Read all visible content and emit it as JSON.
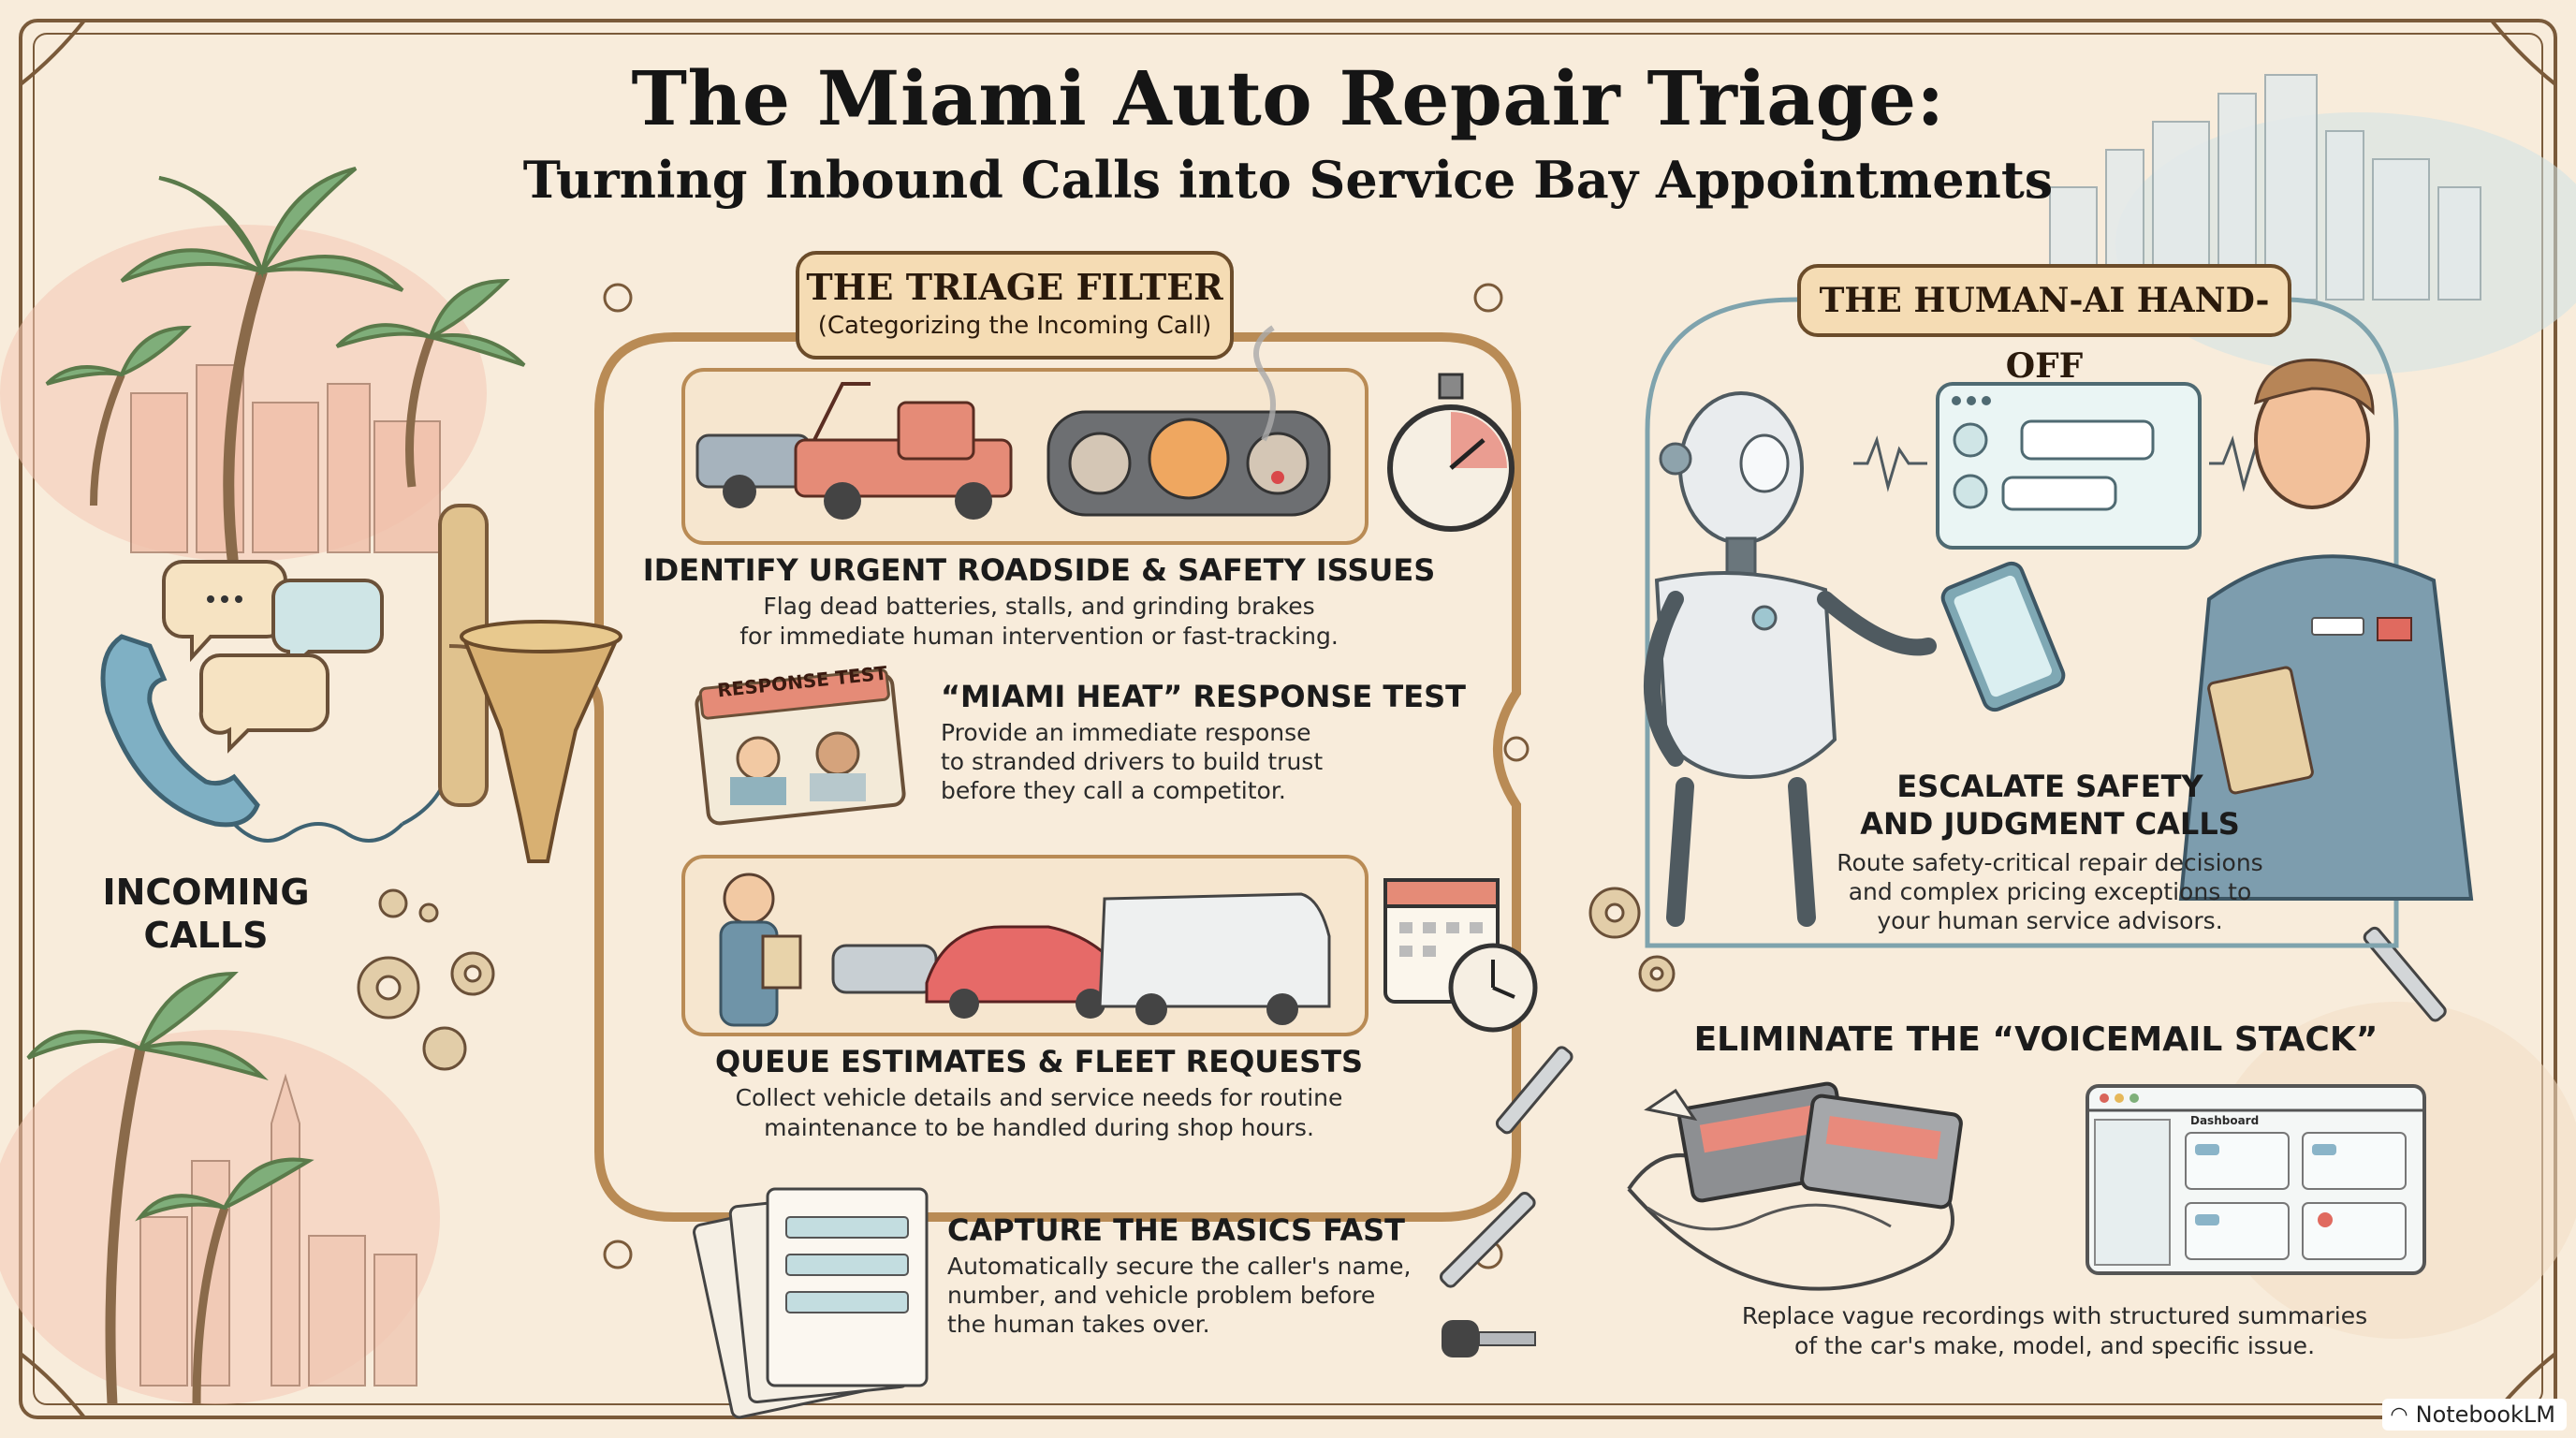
{
  "header": {
    "title": "The Miami Auto Repair Triage:",
    "subtitle": "Turning Inbound Calls into Service Bay Appointments"
  },
  "incoming": {
    "label_line1": "INCOMING",
    "label_line2": "CALLS"
  },
  "triage_filter": {
    "title": "THE TRIAGE FILTER",
    "subtitle": "(Categorizing the Incoming Call)",
    "items": [
      {
        "heading": "IDENTIFY URGENT ROADSIDE & SAFETY ISSUES",
        "line1": "Flag dead batteries, stalls, and grinding brakes",
        "line2": "for immediate human intervention or fast-tracking."
      },
      {
        "badge": "RESPONSE TEST",
        "heading": "“MIAMI HEAT” RESPONSE TEST",
        "line1": "Provide an immediate response",
        "line2": "to stranded drivers to build trust",
        "line3": "before they call a competitor."
      },
      {
        "heading": "QUEUE ESTIMATES & FLEET REQUESTS",
        "line1": "Collect vehicle details and service needs for routine",
        "line2": "maintenance to be handled during shop hours."
      },
      {
        "heading": "CAPTURE THE BASICS FAST",
        "line1": "Automatically secure the caller's name,",
        "line2": "number, and vehicle problem before",
        "line3": "the human takes over."
      }
    ]
  },
  "handoff": {
    "title": "THE HUMAN-AI HAND-OFF",
    "heading_line1": "ESCALATE SAFETY",
    "heading_line2": "AND JUDGMENT CALLS",
    "line1": "Route safety-critical repair decisions",
    "line2": "and complex pricing exceptions to",
    "line3": "your human service advisors."
  },
  "voicemail": {
    "heading": "ELIMINATE THE “VOICEMAIL STACK”",
    "line1": "Replace vague recordings with structured summaries",
    "line2": "of the car's make, model, and specific issue.",
    "dashboard_title": "Dashboard"
  },
  "footer": {
    "brand": "NotebookLM"
  },
  "colors": {
    "background": "#f8ecdb",
    "frame": "#7a5a3a",
    "label_fill": "#f5dcb4",
    "handoff_frame": "#7fa3ad",
    "accent_red": "#d9655a",
    "accent_teal": "#8cc3c6"
  }
}
